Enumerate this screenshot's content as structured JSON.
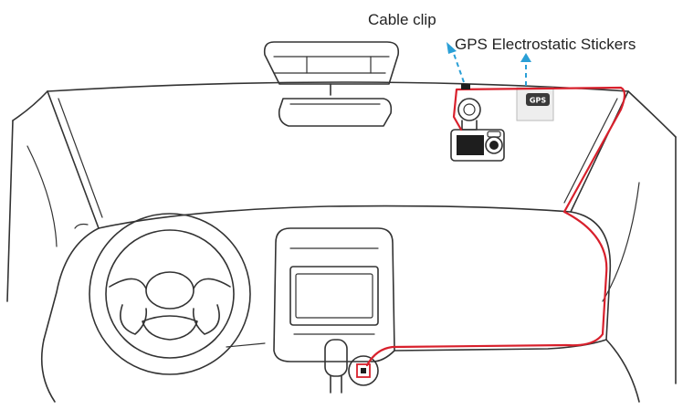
{
  "labels": {
    "cable_clip": "Cable clip",
    "gps_stickers": "GPS Electrostatic Stickers",
    "gps_tag": "GPS"
  },
  "colors": {
    "cable": "#d8202c",
    "arrow": "#2a9fd6",
    "outline": "#333333",
    "sticker_fill": "#eeeeee",
    "gps_tag_fill": "#3a3a3a"
  },
  "icons": [
    "rear-view-mirror-icon",
    "dash-cam-icon",
    "gps-module-icon",
    "cable-clip-icon",
    "steering-wheel-icon",
    "car-charger-icon"
  ]
}
